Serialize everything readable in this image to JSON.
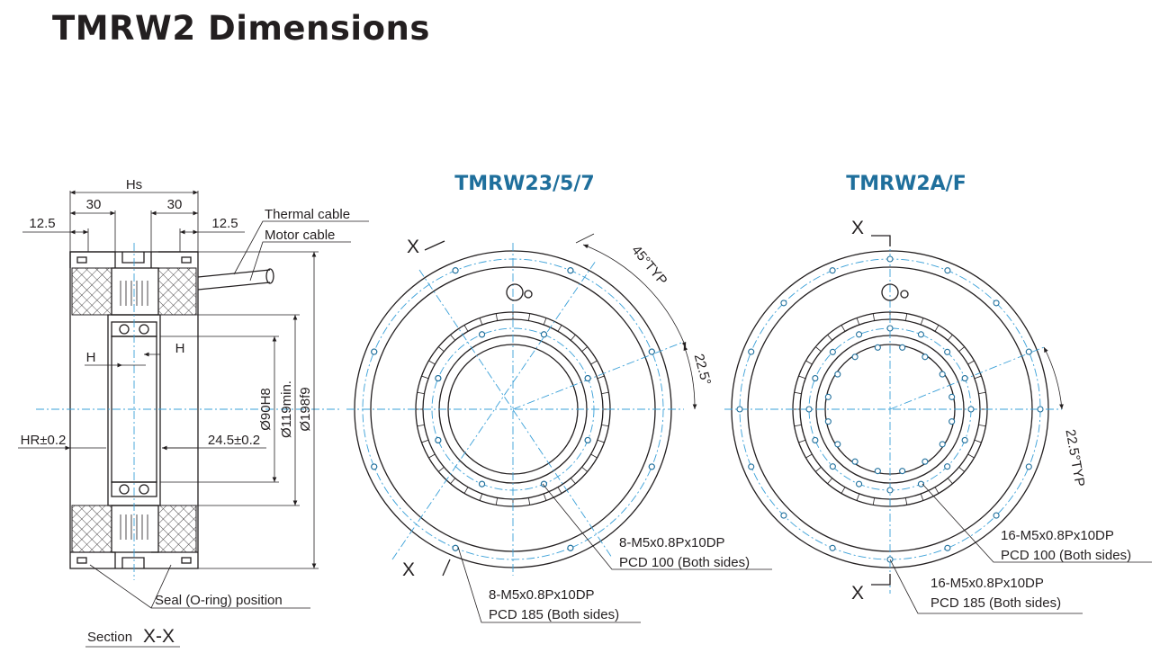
{
  "title": "TMRW2 Dimensions",
  "section_view": {
    "dims": {
      "hs": "Hs",
      "left_30": "30",
      "right_30": "30",
      "left_12_5": "12.5",
      "right_12_5": "12.5",
      "h_left": "H",
      "h_right": "H",
      "hr": "HR±0.2",
      "right_offset": "24.5±0.2",
      "d90": "Ø90H8",
      "d119": "Ø119min.",
      "d198": "Ø198f9"
    },
    "callouts": {
      "thermal_cable": "Thermal cable",
      "motor_cable": "Motor cable",
      "seal": "Seal (O-ring) position"
    },
    "caption_prefix": "Section",
    "caption_suffix": "X-X"
  },
  "view_a": {
    "heading": "TMRW23/5/7",
    "section_marker": "X",
    "angle_typ": "45°TYP",
    "angle": "22.5°",
    "inner_spec": {
      "line1": "8-M5x0.8Px10DP",
      "line2": "PCD 100 (Both sides)"
    },
    "outer_spec": {
      "line1": "8-M5x0.8Px10DP",
      "line2": "PCD 185 (Both sides)"
    }
  },
  "view_b": {
    "heading": "TMRW2A/F",
    "section_marker": "X",
    "angle_typ": "22.5°TYP",
    "inner_spec": {
      "line1": "16-M5x0.8Px10DP",
      "line2": "PCD 100 (Both sides)"
    },
    "outer_spec": {
      "line1": "16-M5x0.8Px10DP",
      "line2": "PCD 185 (Both sides)"
    }
  },
  "colors": {
    "text": "#231f20",
    "accent": "#1f6f9c",
    "centerline": "#3aa0d8"
  }
}
